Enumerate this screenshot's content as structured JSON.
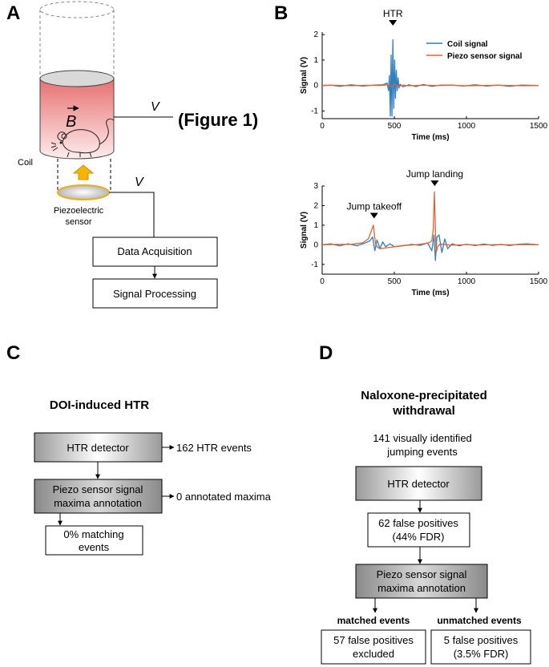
{
  "panels": {
    "a": {
      "letter": "A",
      "vector_symbol": "B",
      "voltage_label_top": "V",
      "figure_ref": "(Figure 1)",
      "voltage_label_bottom": "V",
      "coil_label": "Coil",
      "sensor_label_line1": "Piezoelectric",
      "sensor_label_line2": "sensor",
      "box_data_acquisition": "Data Acquisition",
      "box_signal_processing": "Signal Processing"
    },
    "b": {
      "letter": "B"
    },
    "c": {
      "letter": "C",
      "title": "DOI-induced HTR",
      "box_detector": "HTR detector",
      "detector_output": "162 HTR events",
      "box_annotation_line1": "Piezo sensor signal",
      "box_annotation_line2": "maxima annotation",
      "annotation_output": "0 annotated maxima",
      "box_result_line1": "0% matching",
      "box_result_line2": "events"
    },
    "d": {
      "letter": "D",
      "title_line1": "Naloxone-precipitated",
      "title_line2": "withdrawal",
      "input_line1": "141 visually identified",
      "input_line2": "jumping events",
      "box_detector": "HTR detector",
      "box_fp_line1": "62 false positives",
      "box_fp_line2": "(44% FDR)",
      "box_annotation_line1": "Piezo sensor signal",
      "box_annotation_line2": "maxima annotation",
      "matched_label": "matched events",
      "unmatched_label": "unmatched events",
      "box_matched_line1": "57 false positives",
      "box_matched_line2": "excluded",
      "box_unmatched_line1": "5 false positives",
      "box_unmatched_line2": "(3.5% FDR)"
    }
  },
  "colors": {
    "coil_signal": "#2f7fc1",
    "piezo_signal": "#e8612c",
    "coil_fill": "#f08a8a",
    "arrow_orange": "#f5b400",
    "sensor_ring": "#e8b020"
  },
  "chart_data": [
    {
      "type": "line",
      "xlabel": "Time (ms)",
      "ylabel": "Signal (V)",
      "xlim": [
        0,
        1500
      ],
      "ylim": [
        -1.3,
        2.1
      ],
      "xticks": [
        "0",
        "500",
        "1000",
        "1500"
      ],
      "yticks": [
        "-1",
        "0",
        "1",
        "2"
      ],
      "legend_position": "top-right",
      "annotations": [
        {
          "text": "HTR",
          "x": 490
        }
      ],
      "series": [
        {
          "name": "Coil signal",
          "color": "#2f7fc1",
          "x": [
            0,
            60,
            120,
            200,
            280,
            360,
            420,
            450,
            460,
            466,
            472,
            478,
            484,
            490,
            496,
            502,
            508,
            514,
            520,
            526,
            532,
            540,
            560,
            600,
            650,
            700,
            760,
            820,
            900,
            980,
            1060,
            1140,
            1220,
            1300,
            1380,
            1440,
            1500
          ],
          "y": [
            0,
            0.02,
            -0.03,
            0.03,
            -0.02,
            0.02,
            0.03,
            0.1,
            -0.2,
            0.4,
            -1.2,
            1.2,
            -1.2,
            1.8,
            -0.9,
            1.0,
            -0.5,
            0.6,
            -0.2,
            0.3,
            -0.1,
            0.05,
            -0.05,
            0.03,
            -0.04,
            0.04,
            -0.03,
            0.02,
            0.02,
            -0.02,
            0.03,
            -0.02,
            0.02,
            -0.03,
            0.02,
            0.01,
            0
          ]
        },
        {
          "name": "Piezo sensor signal",
          "color": "#e8612c",
          "x": [
            0,
            100,
            200,
            300,
            400,
            450,
            480,
            500,
            530,
            560,
            600,
            700,
            800,
            900,
            1000,
            1100,
            1200,
            1300,
            1400,
            1500
          ],
          "y": [
            0,
            0.01,
            -0.01,
            0.01,
            0.0,
            0.03,
            -0.04,
            0.05,
            -0.03,
            0.02,
            -0.01,
            0.01,
            0.0,
            0.01,
            -0.01,
            0.0,
            0.01,
            0.0,
            -0.01,
            0
          ]
        }
      ]
    },
    {
      "type": "line",
      "xlabel": "Time (ms)",
      "ylabel": "Signal (V)",
      "xlim": [
        0,
        1500
      ],
      "ylim": [
        -1.5,
        3.0
      ],
      "xticks": [
        "0",
        "500",
        "1000",
        "1500"
      ],
      "yticks": [
        "-1",
        "0",
        "1",
        "2",
        "3"
      ],
      "annotations": [
        {
          "text": "Jump takeoff",
          "x": 360
        },
        {
          "text": "Jump landing",
          "x": 780
        }
      ],
      "series": [
        {
          "name": "Coil signal",
          "color": "#2f7fc1",
          "x": [
            0,
            60,
            120,
            180,
            240,
            300,
            330,
            350,
            365,
            380,
            400,
            420,
            440,
            470,
            500,
            560,
            620,
            680,
            730,
            760,
            775,
            785,
            795,
            810,
            830,
            850,
            870,
            900,
            950,
            1000,
            1060,
            1120,
            1180,
            1240,
            1300,
            1360,
            1420,
            1500
          ],
          "y": [
            0,
            0.05,
            -0.05,
            0.05,
            -0.05,
            0.1,
            0.2,
            0.4,
            -0.3,
            0.25,
            -0.2,
            0.15,
            -0.1,
            0.05,
            -0.1,
            -0.05,
            0.02,
            -0.03,
            0.1,
            -0.3,
            0.5,
            -0.8,
            0.4,
            0.5,
            -0.4,
            0.3,
            -0.2,
            0.05,
            -0.05,
            0.03,
            -0.04,
            0.04,
            -0.03,
            0.02,
            -0.04,
            0.03,
            0.05,
            0
          ]
        },
        {
          "name": "Piezo sensor signal",
          "color": "#e8612c",
          "x": [
            0,
            100,
            200,
            280,
            320,
            340,
            355,
            362,
            370,
            380,
            400,
            450,
            500,
            550,
            600,
            650,
            700,
            740,
            760,
            770,
            778,
            784,
            790,
            800,
            820,
            860,
            900,
            1000,
            1100,
            1200,
            1300,
            1400,
            1500
          ],
          "y": [
            0,
            0.02,
            0.02,
            0.1,
            0.3,
            0.7,
            1.0,
            0.5,
            0.05,
            -0.1,
            -0.2,
            -0.15,
            -0.1,
            -0.05,
            -0.02,
            0.0,
            0.05,
            0.1,
            0.2,
            0.8,
            2.7,
            1.0,
            -0.4,
            -0.1,
            0.05,
            0.0,
            -0.02,
            0.01,
            -0.01,
            0.01,
            0.0,
            0.01,
            0
          ]
        }
      ]
    }
  ]
}
